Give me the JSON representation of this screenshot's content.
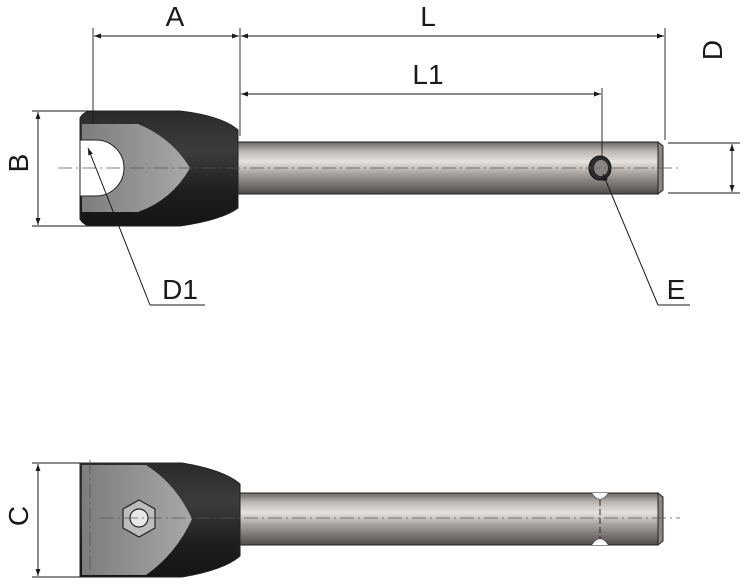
{
  "labels": {
    "A": "A",
    "L": "L",
    "L1": "L1",
    "D": "D",
    "B": "B",
    "D1": "D1",
    "E": "E",
    "C": "C"
  },
  "colors": {
    "line": "#1a1a1a",
    "handle_dark": "#1c1c1c",
    "handle_mid": "#3a3a3a",
    "face_grey": "#8f8f8f",
    "shaft_light": "#d8d4d0",
    "shaft_dark": "#5e5a57"
  }
}
